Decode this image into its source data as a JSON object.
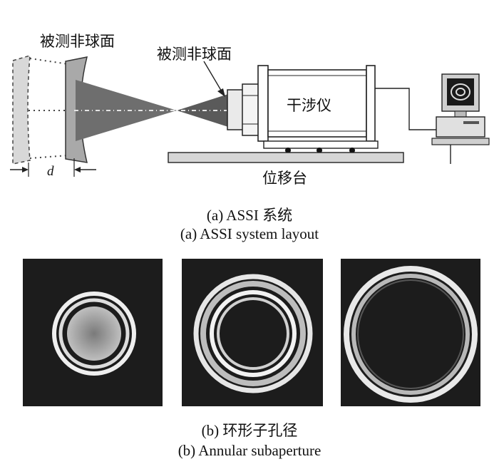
{
  "labels": {
    "surface_left": "被测非球面",
    "surface_right": "被测非球面",
    "interferometer": "干涉仪",
    "stage": "位移台",
    "d": "d"
  },
  "captions": {
    "a_cn": "(a) ASSI 系统",
    "a_en": "(a) ASSI system layout",
    "b_cn": "(b) 环形子孔径",
    "b_en": "(b) Annular subaperture"
  },
  "colors": {
    "panel_bg": "#1c1c1c",
    "beam": "#6e6e6e",
    "lens": "#a9a9a9",
    "device_fill": "#ffffff",
    "stage_fill": "#d6d6d6"
  }
}
